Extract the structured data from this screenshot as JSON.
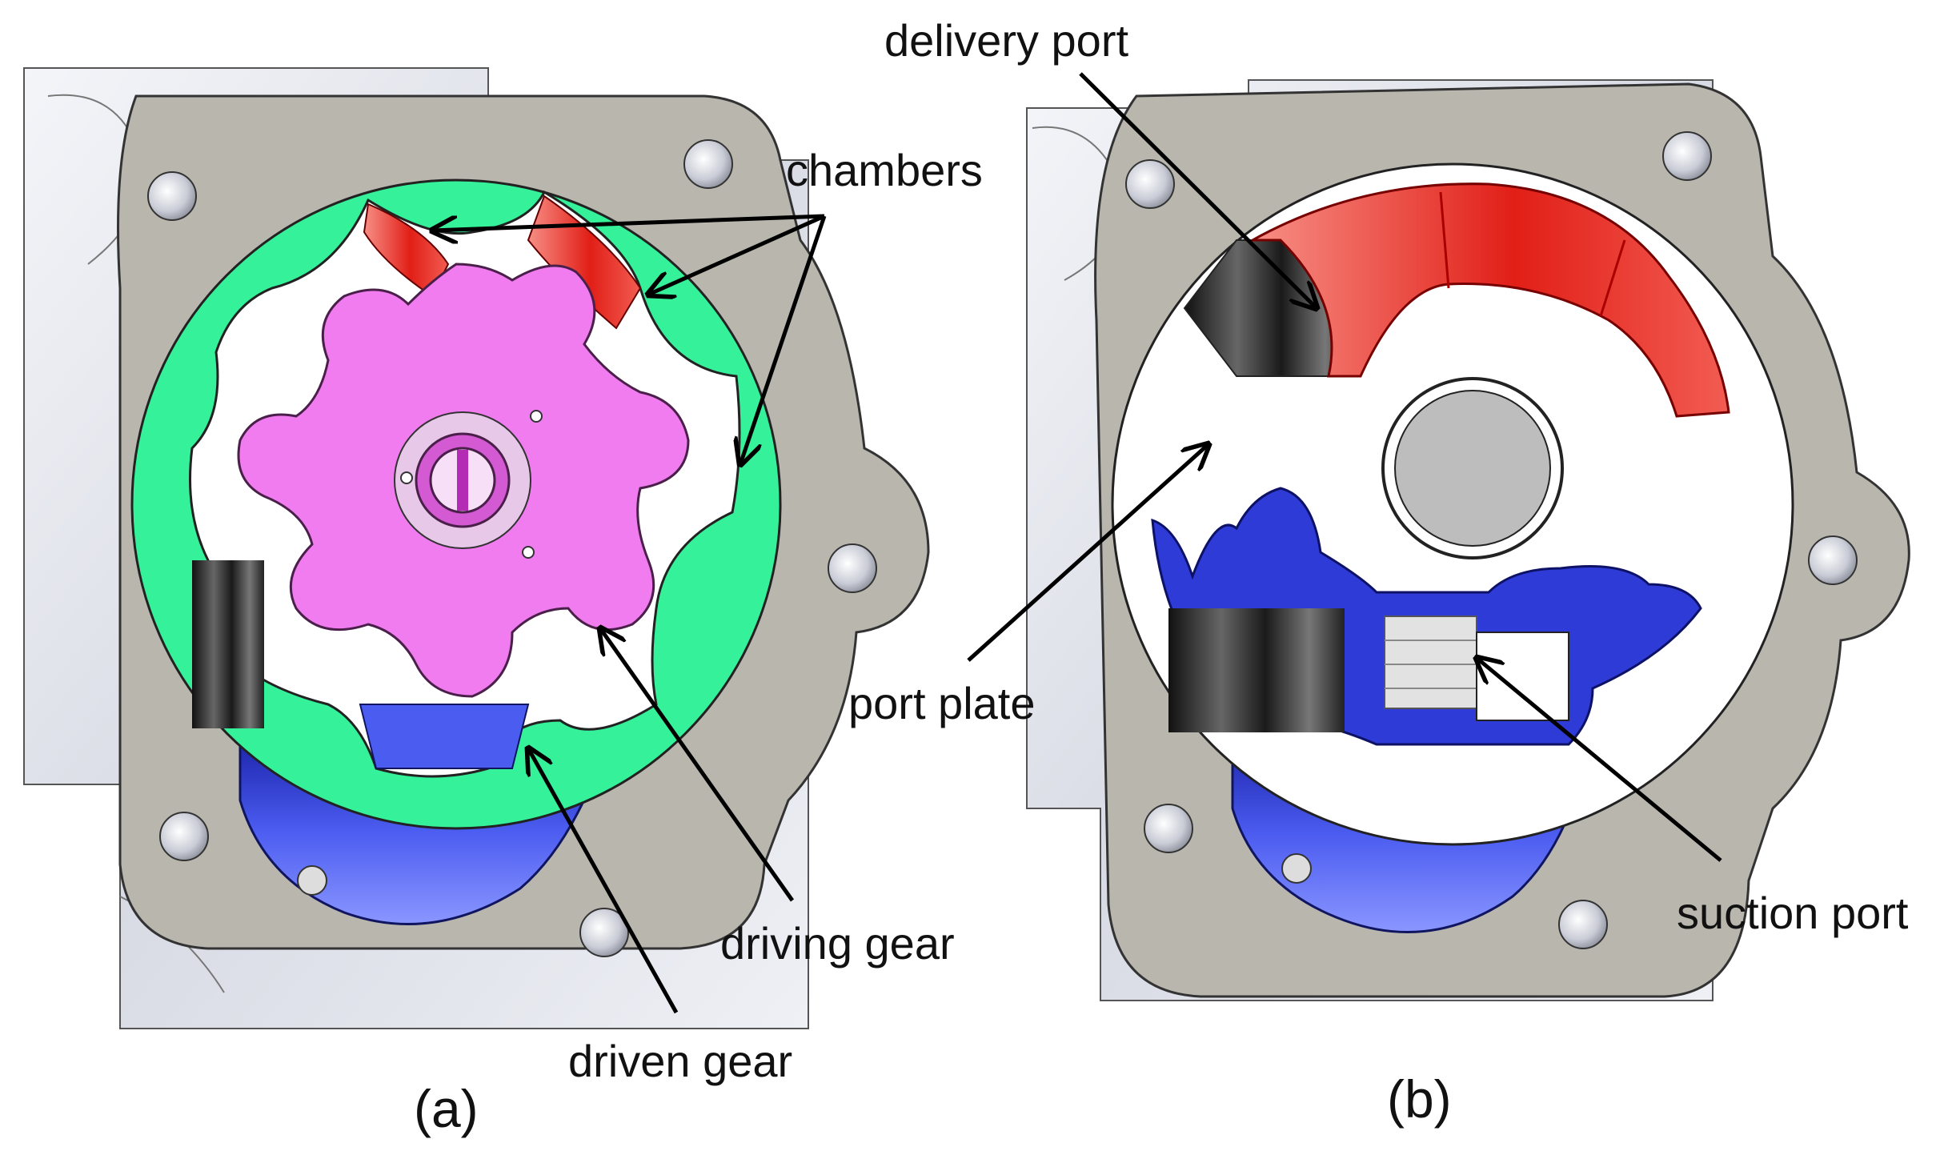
{
  "labels": {
    "chambers": "chambers",
    "delivery_port": "delivery port",
    "port_plate": "port plate",
    "driving_gear": "driving gear",
    "driven_gear": "driven gear",
    "suction_port": "suction port"
  },
  "captions": {
    "a": "(a)",
    "b": "(b)"
  },
  "colors": {
    "housing": "#b9b6ae",
    "driven_gear": "#35f29a",
    "driving_gear": "#f07cf0",
    "delivery": "#e8281e",
    "suction": "#2e3bd6",
    "port_plate": "#ffffff",
    "background_casting": "#e6e8ef"
  }
}
